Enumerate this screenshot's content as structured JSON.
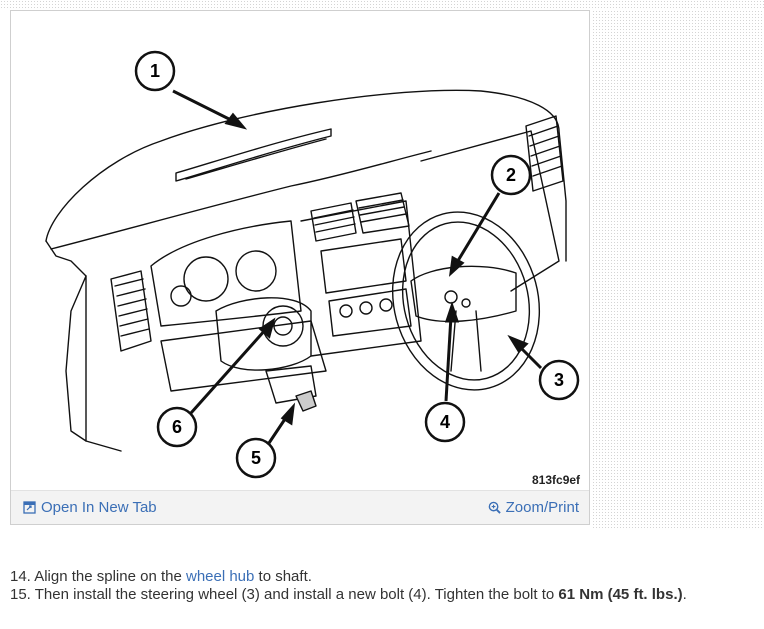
{
  "figure": {
    "callouts": [
      "1",
      "2",
      "3",
      "4",
      "5",
      "6"
    ],
    "code": "813fc9ef",
    "open_new_tab": "Open In New Tab",
    "zoom_print": "Zoom/Print",
    "open_icon": "external-window-icon",
    "zoom_icon": "magnifier-plus-icon"
  },
  "steps": [
    {
      "number": "14.",
      "text_before": "Align the spline on the ",
      "link": "wheel hub",
      "text_after": " to shaft."
    },
    {
      "number": "15.",
      "text_before": "Then install the steering wheel (3) and install a new bolt (4). Tighten the bolt to ",
      "bold": "61 Nm (45 ft. lbs.)",
      "text_after": "."
    }
  ],
  "colors": {
    "link": "#3b6fb6",
    "text": "#333333",
    "bar": "#f3f3f3"
  }
}
